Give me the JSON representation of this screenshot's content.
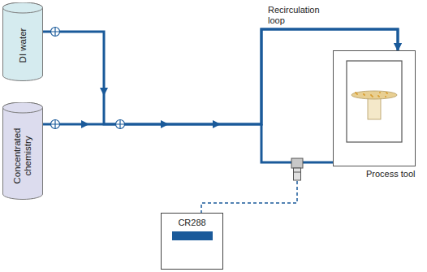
{
  "diagram": {
    "nodes": [
      {
        "text": [
          "DI water"
        ]
      },
      {
        "text": [
          "Concentrated chemistry"
        ]
      },
      {
        "text": [
          "Process tool"
        ]
      },
      {
        "text": [
          "CR288"
        ]
      }
    ],
    "edges": [
      {
        "from": 0,
        "to": 2,
        "arrow": "to"
      },
      {
        "from": 1,
        "to": 2,
        "arrow": "to"
      }
    ],
    "labels": [
      "Recirculation loop"
    ]
  }
}
